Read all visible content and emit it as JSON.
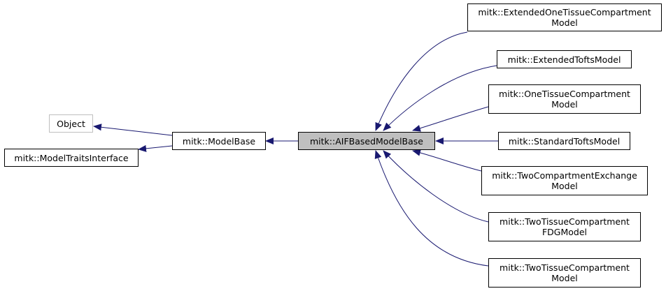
{
  "diagram": {
    "colors": {
      "edge": "#191970",
      "node_border": "#000000",
      "external_border": "#bfbfbf",
      "current_fill": "#bfbfbf"
    },
    "nodes": {
      "object": {
        "line1": "Object",
        "line2": ""
      },
      "traits": {
        "line1": "mitk::ModelTraitsInterface",
        "line2": ""
      },
      "modelbase": {
        "line1": "mitk::ModelBase",
        "line2": ""
      },
      "aif": {
        "line1": "mitk::AIFBasedModelBase",
        "line2": ""
      },
      "ext_one_tissue": {
        "line1": "mitk::ExtendedOneTissueCompartment",
        "line2": "Model"
      },
      "ext_tofts": {
        "line1": "mitk::ExtendedToftsModel",
        "line2": ""
      },
      "one_tissue": {
        "line1": "mitk::OneTissueCompartment",
        "line2": "Model"
      },
      "std_tofts": {
        "line1": "mitk::StandardToftsModel",
        "line2": ""
      },
      "two_comp_exchange": {
        "line1": "mitk::TwoCompartmentExchange",
        "line2": "Model"
      },
      "two_tissue_fdg": {
        "line1": "mitk::TwoTissueCompartment",
        "line2": "FDGModel"
      },
      "two_tissue": {
        "line1": "mitk::TwoTissueCompartment",
        "line2": "Model"
      }
    }
  }
}
